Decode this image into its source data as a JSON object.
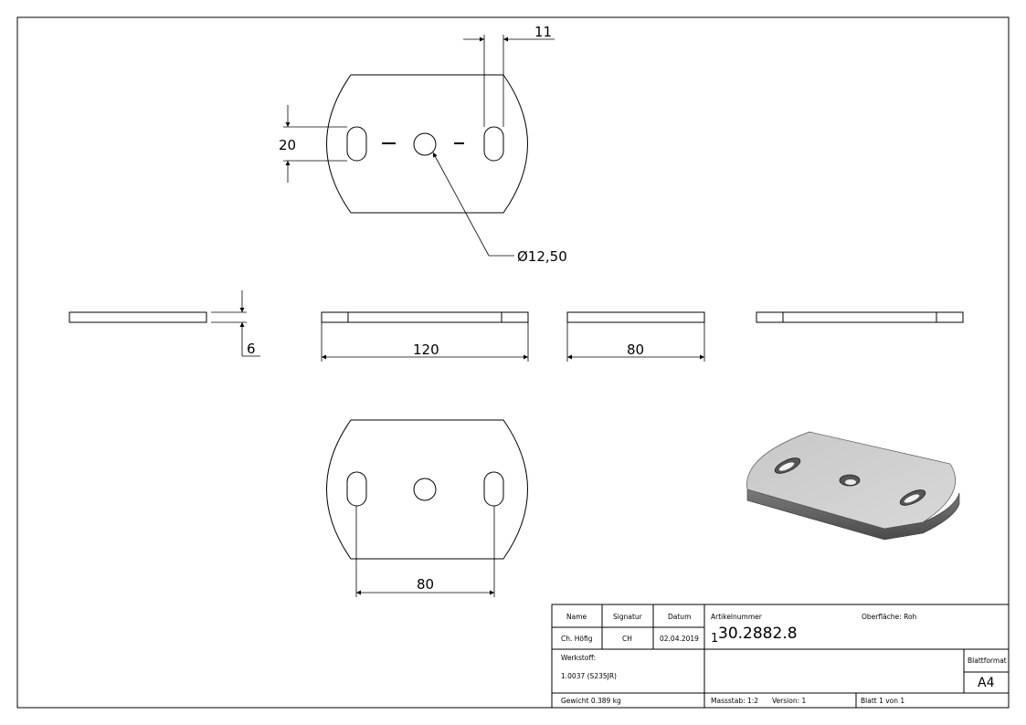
{
  "dimensions": {
    "slot_width": "11",
    "slot_length": "20",
    "hole_diameter": "Ø12,50",
    "thickness": "6",
    "length": "120",
    "width": "80",
    "slot_spacing": "80"
  },
  "title_block": {
    "headers": {
      "name": "Name",
      "signature": "Signatur",
      "date": "Datum"
    },
    "row": {
      "name": "Ch. Höfig",
      "signature": "CH",
      "date": "02.04.2019"
    },
    "article_label": "Artikelnummer",
    "article_prefix": "1",
    "article_number": "30.2882.8",
    "surface": "Oberfläche:  Roh",
    "material_label": "Werkstoff:",
    "material_value": "1.0037 (S235JR)",
    "sheet_format_label": "Blattformat",
    "sheet_format": "A4",
    "weight": "Gewicht 0.389 kg",
    "scale": "Massstab: 1:2",
    "version": "Version: 1",
    "sheet": "Blatt 1 von 1"
  }
}
